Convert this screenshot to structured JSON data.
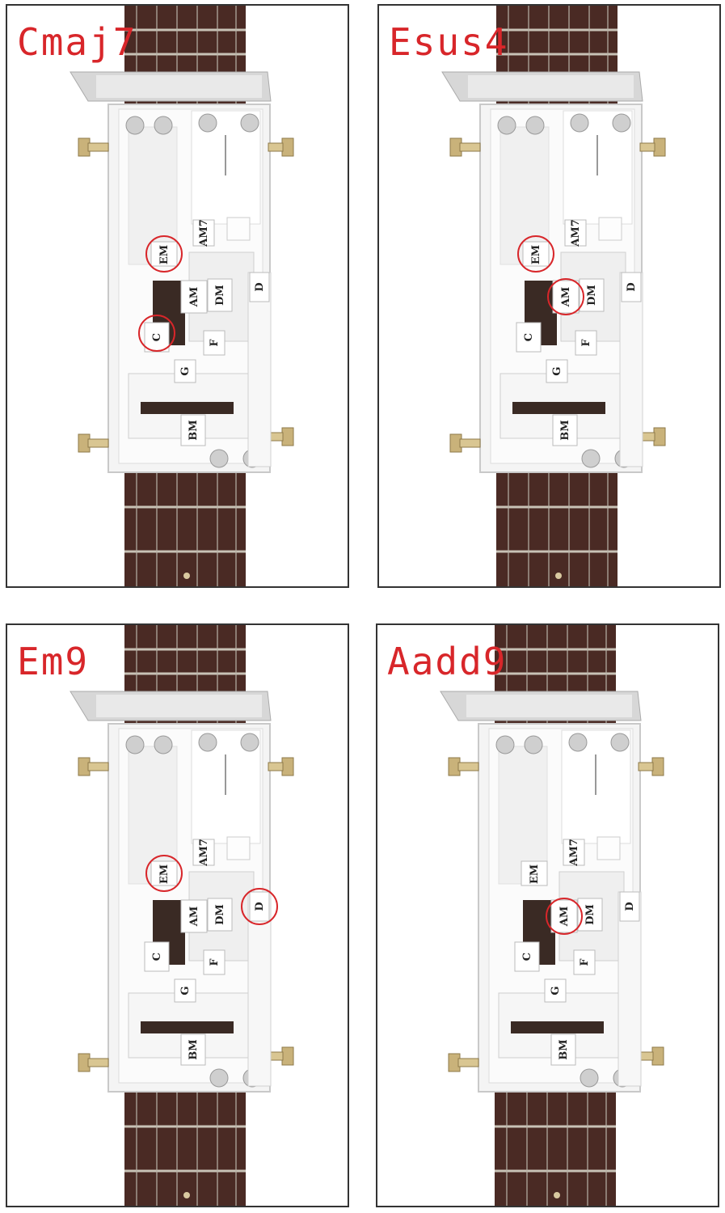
{
  "accent_color": "#d8262a",
  "panels": [
    {
      "title": "Cmaj7",
      "highlighted": [
        "EM",
        "C"
      ]
    },
    {
      "title": "Esus4",
      "highlighted": [
        "EM",
        "AM"
      ]
    },
    {
      "title": "Em9",
      "highlighted": [
        "EM",
        "D"
      ]
    },
    {
      "title": "Aadd9",
      "highlighted": [
        "AM"
      ]
    }
  ],
  "keys": {
    "am7": "AM7",
    "em": "EM",
    "am": "AM",
    "dm": "DM",
    "d": "D",
    "c": "C",
    "f": "F",
    "g": "G",
    "bm": "BM"
  }
}
